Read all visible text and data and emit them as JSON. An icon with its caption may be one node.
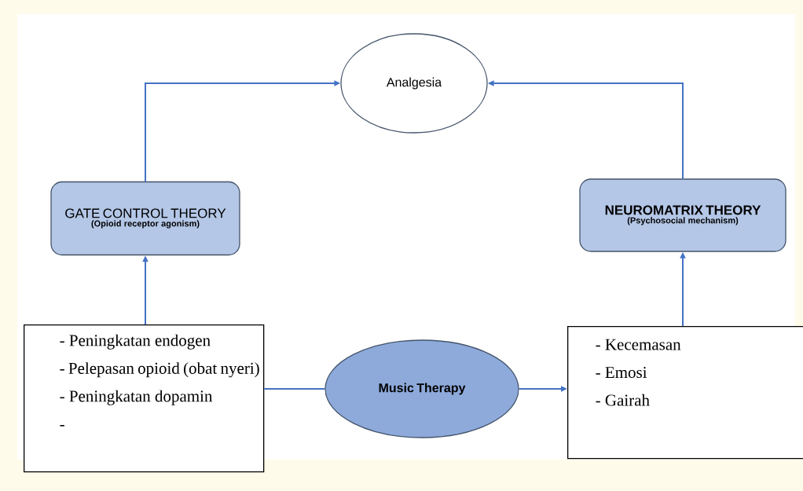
{
  "diagram": {
    "nodes": [
      {
        "text": [
          "Analgesia"
        ]
      },
      {
        "text": [
          "GATE CONTROL THEORY",
          "(Opioid receptor agonism)"
        ]
      },
      {
        "text": [
          "NEUROMATRIX THEORY",
          "(Psychosocial mechanism)"
        ]
      },
      {
        "text": [
          "- Peningkatan endogen",
          "- Pelepasan opioid (obat nyeri)",
          "- Peningkatan dopamin",
          "-"
        ]
      },
      {
        "text": [
          "Music Therapy"
        ]
      },
      {
        "text": [
          "- Kecemasan",
          "- Emosi",
          "- Gairah"
        ]
      }
    ],
    "edges": [
      {
        "from": 1,
        "to": 0,
        "arrow": "to"
      },
      {
        "from": 2,
        "to": 0,
        "arrow": "to"
      },
      {
        "from": 3,
        "to": 1,
        "arrow": "to"
      },
      {
        "from": 5,
        "to": 2,
        "arrow": "to"
      },
      {
        "from": 4,
        "to": 3,
        "arrow": "none"
      },
      {
        "from": 4,
        "to": 5,
        "arrow": "to"
      }
    ]
  }
}
